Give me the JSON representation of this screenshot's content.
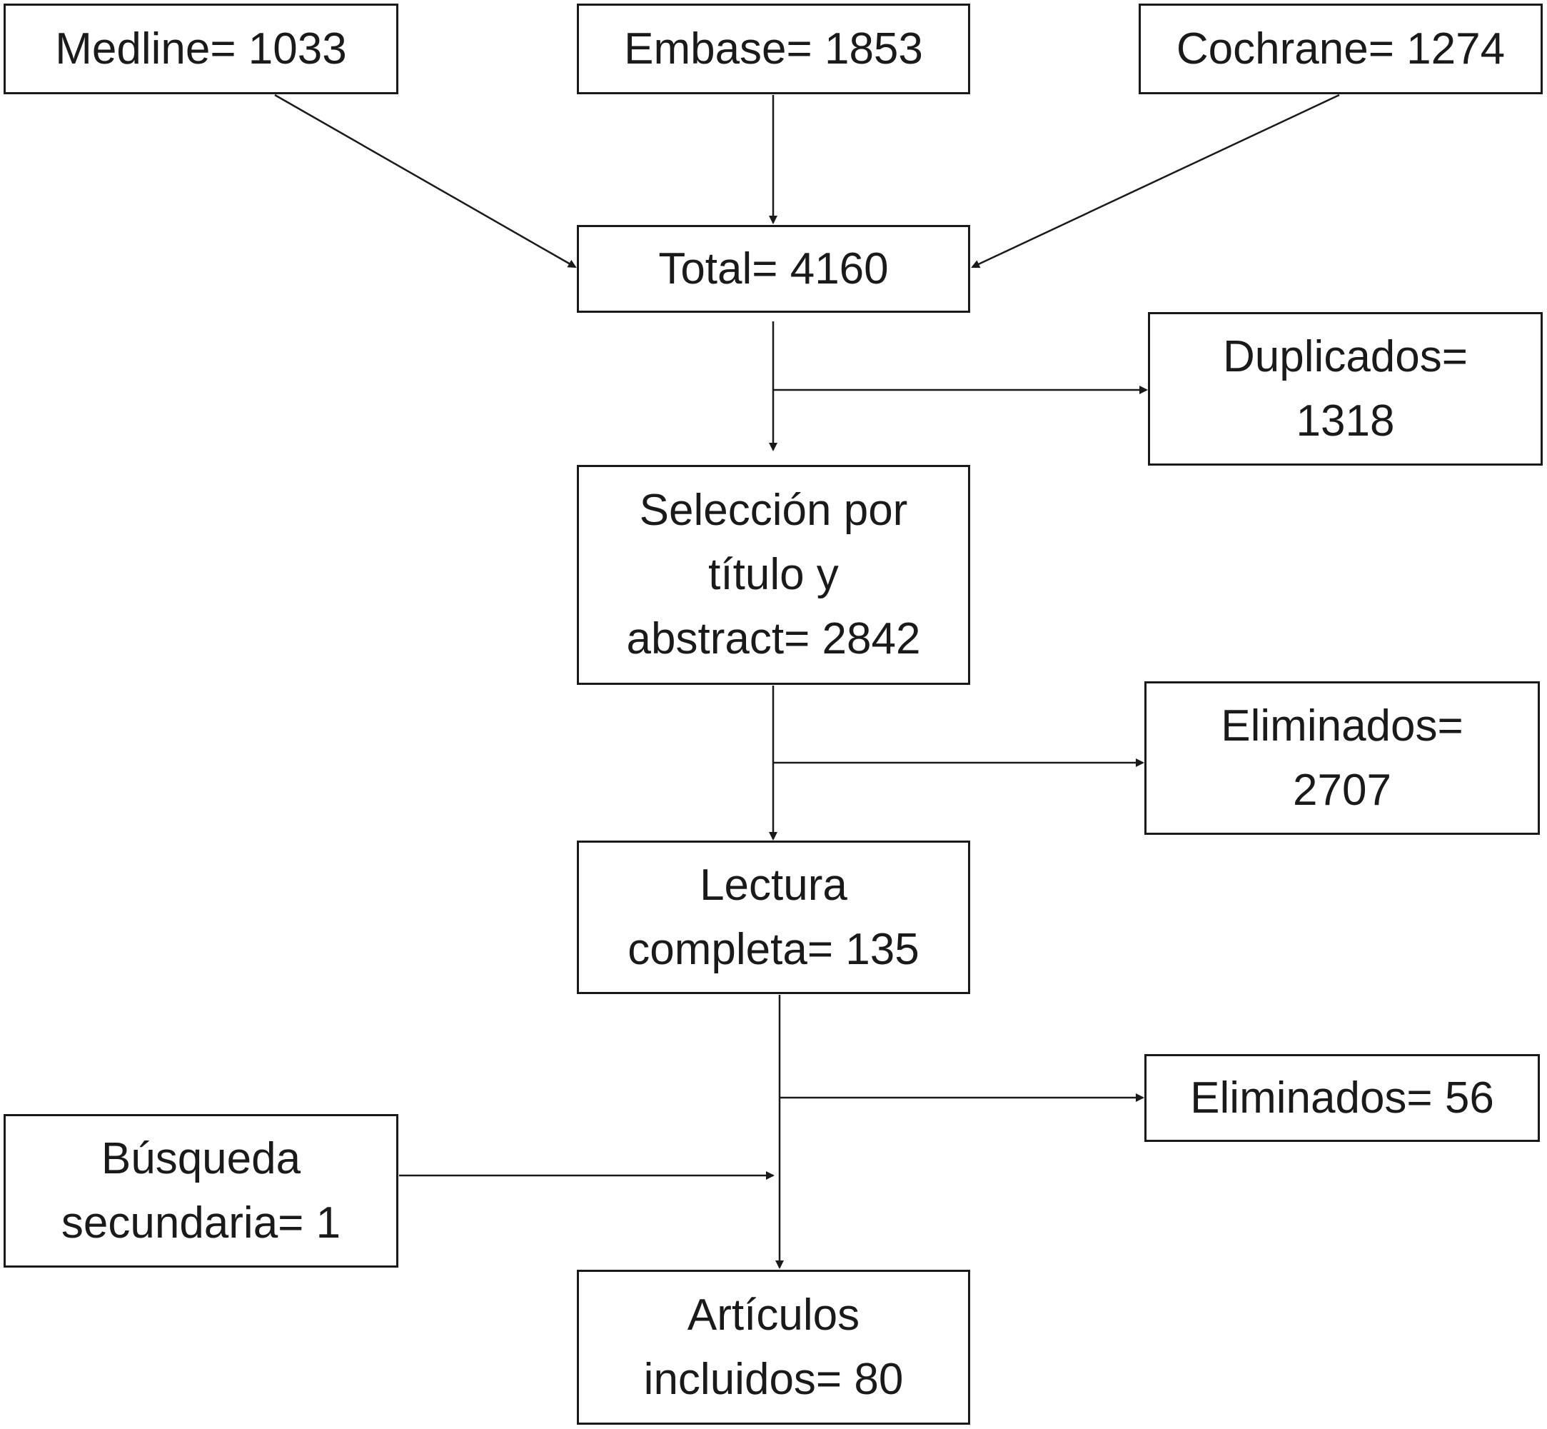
{
  "flowchart": {
    "sources": {
      "medline": "Medline= 1033",
      "embase": "Embase= 1853",
      "cochrane": "Cochrane= 1274"
    },
    "total": "Total= 4160",
    "duplicados": [
      "Duplicados=",
      "1318"
    ],
    "seleccion": [
      "Selección por",
      "título y",
      "abstract= 2842"
    ],
    "eliminados_1": [
      "Eliminados=",
      "2707"
    ],
    "lectura": [
      "Lectura",
      "completa= 135"
    ],
    "eliminados_2": "Eliminados= 56",
    "busqueda": [
      "Búsqueda",
      "secundaria= 1"
    ],
    "articulos": [
      "Artículos",
      "incluidos= 80"
    ]
  },
  "colors": {
    "line": "#1a1a1a",
    "box_border": "#1a1a1a",
    "background": "#ffffff"
  }
}
